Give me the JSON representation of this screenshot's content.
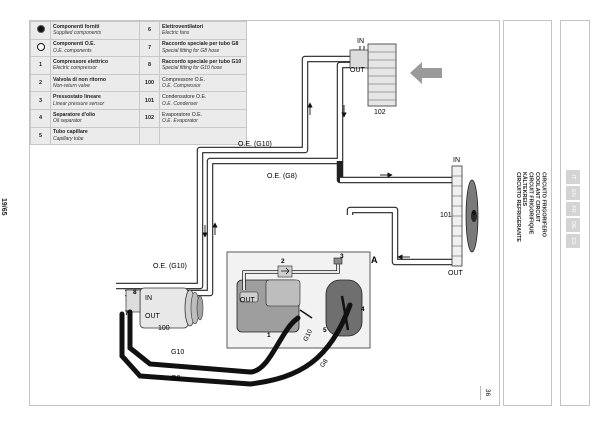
{
  "page_number": "19/65",
  "sheet_number": "36",
  "legend": [
    {
      "key": "full-circle",
      "it": "Componenti forniti",
      "en": "Supplied components",
      "key2": "6",
      "it2": "Elettroventilatori",
      "en2": "Electric fans"
    },
    {
      "key": "empty-circle",
      "it": "Componenti O.E.",
      "en": "O.E. components",
      "key2": "7",
      "it2": "Raccordo speciale per tubo G8",
      "en2": "Special fitting for G8 hose"
    },
    {
      "key": "1",
      "it": "Compressore elettrico",
      "en": "Electric compressor",
      "key2": "8",
      "it2": "Raccordo speciale per tubo G10",
      "en2": "Special fitting for G10 hose"
    },
    {
      "key": "2",
      "it": "Valvola di non ritorno",
      "en": "Non-return valve",
      "key2": "100",
      "it2": "Compressore O.E.",
      "en2": "O.E. Compressor"
    },
    {
      "key": "3",
      "it": "Pressostato lineare",
      "en": "Linear pressure sensor",
      "key2": "101",
      "it2": "Condensatore O.E.",
      "en2": "O.E. Condenser"
    },
    {
      "key": "4",
      "it": "Separatore d'olio",
      "en": "Oil separator",
      "key2": "102",
      "it2": "Evaporatore O.E.",
      "en2": "O.E. Evaporator"
    },
    {
      "key": "5",
      "it": "Tubo capillare",
      "en": "Capillary tube",
      "key2": "",
      "it2": "",
      "en2": ""
    }
  ],
  "diagram": {
    "labels": {
      "evap_in": "IN",
      "evap_out": "OUT",
      "evap_num": "102",
      "cond_in": "IN",
      "cond_out": "OUT",
      "cond_num": "101",
      "fan_num": "6",
      "comp_in": "IN",
      "comp_out": "OUT",
      "comp_num": "100",
      "hose_g10_top": "O.E. (G10)",
      "hose_g8_top": "O.E. (G8)",
      "hose_g10_left": "O.E. (G10)",
      "box_label": "A",
      "unit_out": "OUT",
      "n1": "1",
      "n2": "2",
      "n3": "3",
      "n4": "4",
      "n5": "5",
      "n7": "7",
      "n8": "8",
      "g10_a": "G10",
      "g8_a": "G8",
      "g10_b": "G10",
      "g8_b": "G8"
    }
  },
  "side_titles": [
    "CIRCUITO FRIGORIFERO",
    "COOLANT CIRCUIT",
    "CIRCUIT FRIGORIFIQUE",
    "KÄLTEKREIS",
    "CIRCUITO REFRIGERANTE"
  ],
  "languages": [
    "IT",
    "EN",
    "FR",
    "DE",
    "ES"
  ],
  "colors": {
    "hose": "#111111",
    "pipe_outline": "#222222",
    "component_gray": "#bdbdbd",
    "dark_gray": "#7a7a7a",
    "lang_box": "#d4d4d4",
    "frame": "#bdbdbd"
  }
}
